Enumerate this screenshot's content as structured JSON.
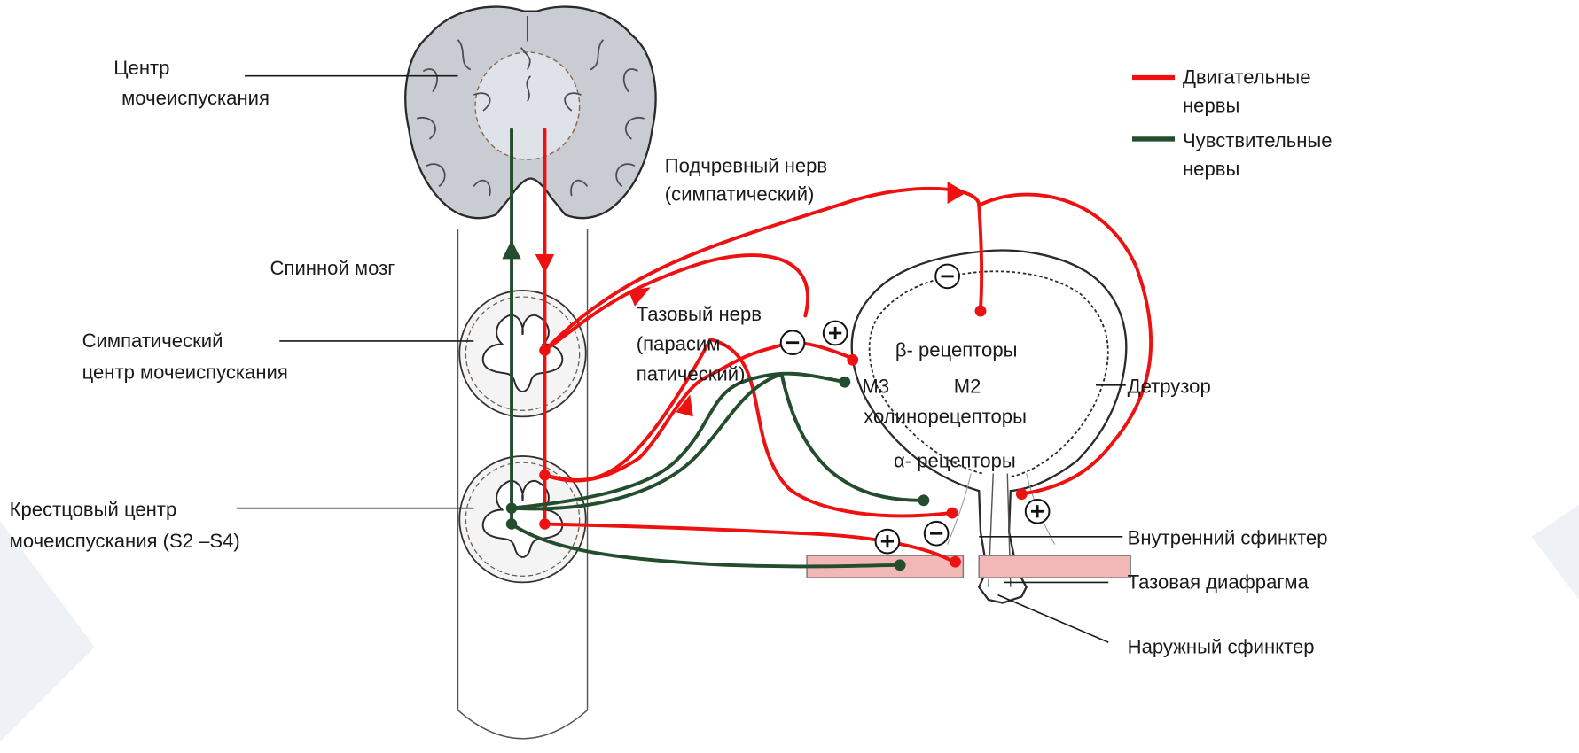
{
  "legend": {
    "motor_label_1": "Двигательные",
    "motor_label_2": "нервы",
    "sensory_label_1": "Чувствительные",
    "sensory_label_2": "нервы"
  },
  "labels": {
    "center_1": "Центр",
    "center_2": "мочеиспускания",
    "hypogastric_1": "Подчревный нерв",
    "hypogastric_2": "(симпатический)",
    "spinal_cord": "Спинной мозг",
    "sympathetic_1": "Симпатический",
    "sympathetic_2": "центр мочеиспускания",
    "pelvic_1": "Тазовый нерв",
    "pelvic_2": "(парасим-",
    "pelvic_3": "патический)",
    "sacral_1": "Крестцовый центр",
    "sacral_2": "мочеиспускания (S2 –S4)",
    "beta": "β- рецепторы",
    "m3": "M3",
    "m2": "M2",
    "cholino": "холинорецепторы",
    "alpha": "α- рецепторы",
    "detrusor": "Детрузор",
    "internal_sphincter": "Внутренний сфинктер",
    "pelvic_diaphragm": "Тазовая диафрагма",
    "external_sphincter": "Наружный сфинктер"
  },
  "signs": {
    "minus": "−",
    "plus": "+"
  },
  "colors": {
    "motor": "#ee1111",
    "sensory": "#244d2e",
    "brain": "#c9ccd3",
    "diaphragm": "#f2b8b6"
  }
}
